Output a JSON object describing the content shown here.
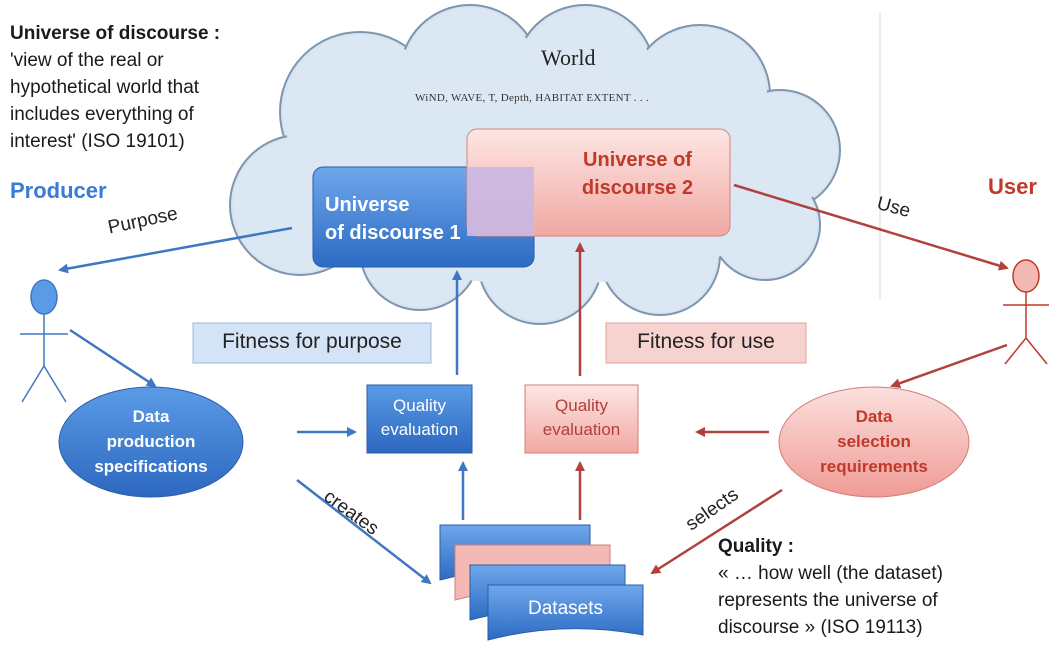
{
  "definitions": {
    "universe_of_discourse": {
      "term": "Universe of discourse :",
      "lines": [
        "'view of the real or",
        "hypothetical  world that",
        "includes everything of",
        "interest' (ISO 19101)"
      ]
    },
    "quality": {
      "term": "Quality  :",
      "lines": [
        "« … how well (the dataset)",
        "represents the universe of",
        "discourse » (ISO 19113)"
      ]
    }
  },
  "world": {
    "title": "World",
    "variables": "WiND, WAVE, T, Depth, HABITAT EXTENT . . ."
  },
  "actors": {
    "producer": {
      "label": "Producer",
      "color": "#3a7bd5"
    },
    "user": {
      "label": "User",
      "color": "#c0392b"
    }
  },
  "universes": {
    "u1": {
      "line1": "Universe",
      "line2": "of discourse 1"
    },
    "u2": {
      "line1": "Universe of",
      "line2": "discourse 2"
    }
  },
  "fitness": {
    "purpose": "Fitness for purpose",
    "use": "Fitness for use"
  },
  "quality_eval": {
    "producer": {
      "line1": "Quality",
      "line2": "evaluation"
    },
    "user": {
      "line1": "Quality",
      "line2": "evaluation"
    }
  },
  "ellipses": {
    "production": {
      "line1": "Data",
      "line2": "production",
      "line3": "specifications"
    },
    "selection": {
      "line1": "Data",
      "line2": "selection",
      "line3": "requirements"
    }
  },
  "datasets": {
    "label": "Datasets"
  },
  "arrow_labels": {
    "purpose": "Purpose",
    "use": "Use",
    "creates": "creates",
    "selects": "selects"
  },
  "colors": {
    "blue": "#3a7bd5",
    "red": "#c0392b",
    "light_blue": "#dbe8f8",
    "light_red": "#f8d6d3",
    "cloud": "#dbe7f3"
  }
}
